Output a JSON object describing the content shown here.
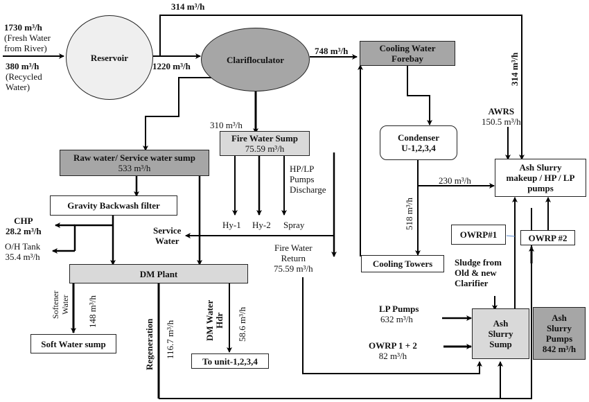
{
  "title": "Water balance flow diagram",
  "nodes": {
    "reservoir": "Reservoir",
    "clarifloculator": "Clarifloculator",
    "cooling_water_forebay": [
      "Cooling Water",
      "Forebay"
    ],
    "raw_water_sump": [
      "Raw water/ Service water sump",
      "533 m³/h"
    ],
    "fire_water_sump": [
      "Fire Water Sump",
      "75.59 m³/h"
    ],
    "condenser": [
      "Condenser",
      "U-1,2,3,4"
    ],
    "gravity_filter": "Gravity Backwash filter",
    "dm_plant": "DM Plant",
    "soft_water_sump": "Soft Water sump",
    "to_unit": "To unit-1,2,3,4",
    "cooling_towers": "Cooling Towers",
    "ash_slurry_makeup": [
      "Ash Slurry",
      "makeup /  HP / LP",
      "pumps"
    ],
    "owrp1": "OWRP#1",
    "owrp2": "OWRP #2",
    "ash_slurry_sump": [
      "Ash",
      "Slurry",
      "Sump"
    ],
    "ash_slurry_pumps": [
      "Ash",
      "Slurry",
      "Pumps",
      "842 m³/h"
    ]
  },
  "labels": {
    "fresh_water": [
      "1730 m³/h",
      "(Fresh Water",
      "from River)"
    ],
    "recycled_water": [
      "380 m³/h",
      "(Recycled",
      "Water)"
    ],
    "bypass_flow": "314 m³/h",
    "bypass_flow_vertical": "314 m³/h",
    "reservoir_to_clari": "1220 m³/h",
    "clari_to_forebay": "748 m³/h",
    "fire_sump_inflow": "310 m³/h",
    "hp_lp_discharge": [
      "HP/LP",
      "Pumps",
      "Discharge"
    ],
    "hy1": "Hy-1",
    "hy2": "Hy-2",
    "spray": "Spray",
    "awrs": [
      "AWRS",
      "150.5 m³/h"
    ],
    "condenser_to_ash": "230 m³/h",
    "condenser_to_towers": "518 m³/h",
    "chp": [
      "CHP",
      "28.2 m³/h"
    ],
    "oh_tank": [
      "O/H Tank",
      "35.4 m³/h"
    ],
    "service_water": [
      "Service",
      "Water"
    ],
    "fire_water_return": [
      "Fire Water",
      "Return",
      "75.59 m³/h"
    ],
    "softener_water": [
      "Softener",
      "Water"
    ],
    "softener_flow": "148 m³/h",
    "regeneration": "Regeneration",
    "regeneration_flow": "116.7 m³/h",
    "dm_water_hdr": [
      "DM Water",
      "Hdr"
    ],
    "dm_water_flow": "58.6 m³/h",
    "sludge": [
      "Sludge from",
      "Old & new",
      "Clarifier"
    ],
    "lp_pumps": [
      "LP Pumps",
      "632 m³/h"
    ],
    "owrp_1_2": [
      "OWRP 1 + 2",
      "82 m³/h"
    ]
  }
}
